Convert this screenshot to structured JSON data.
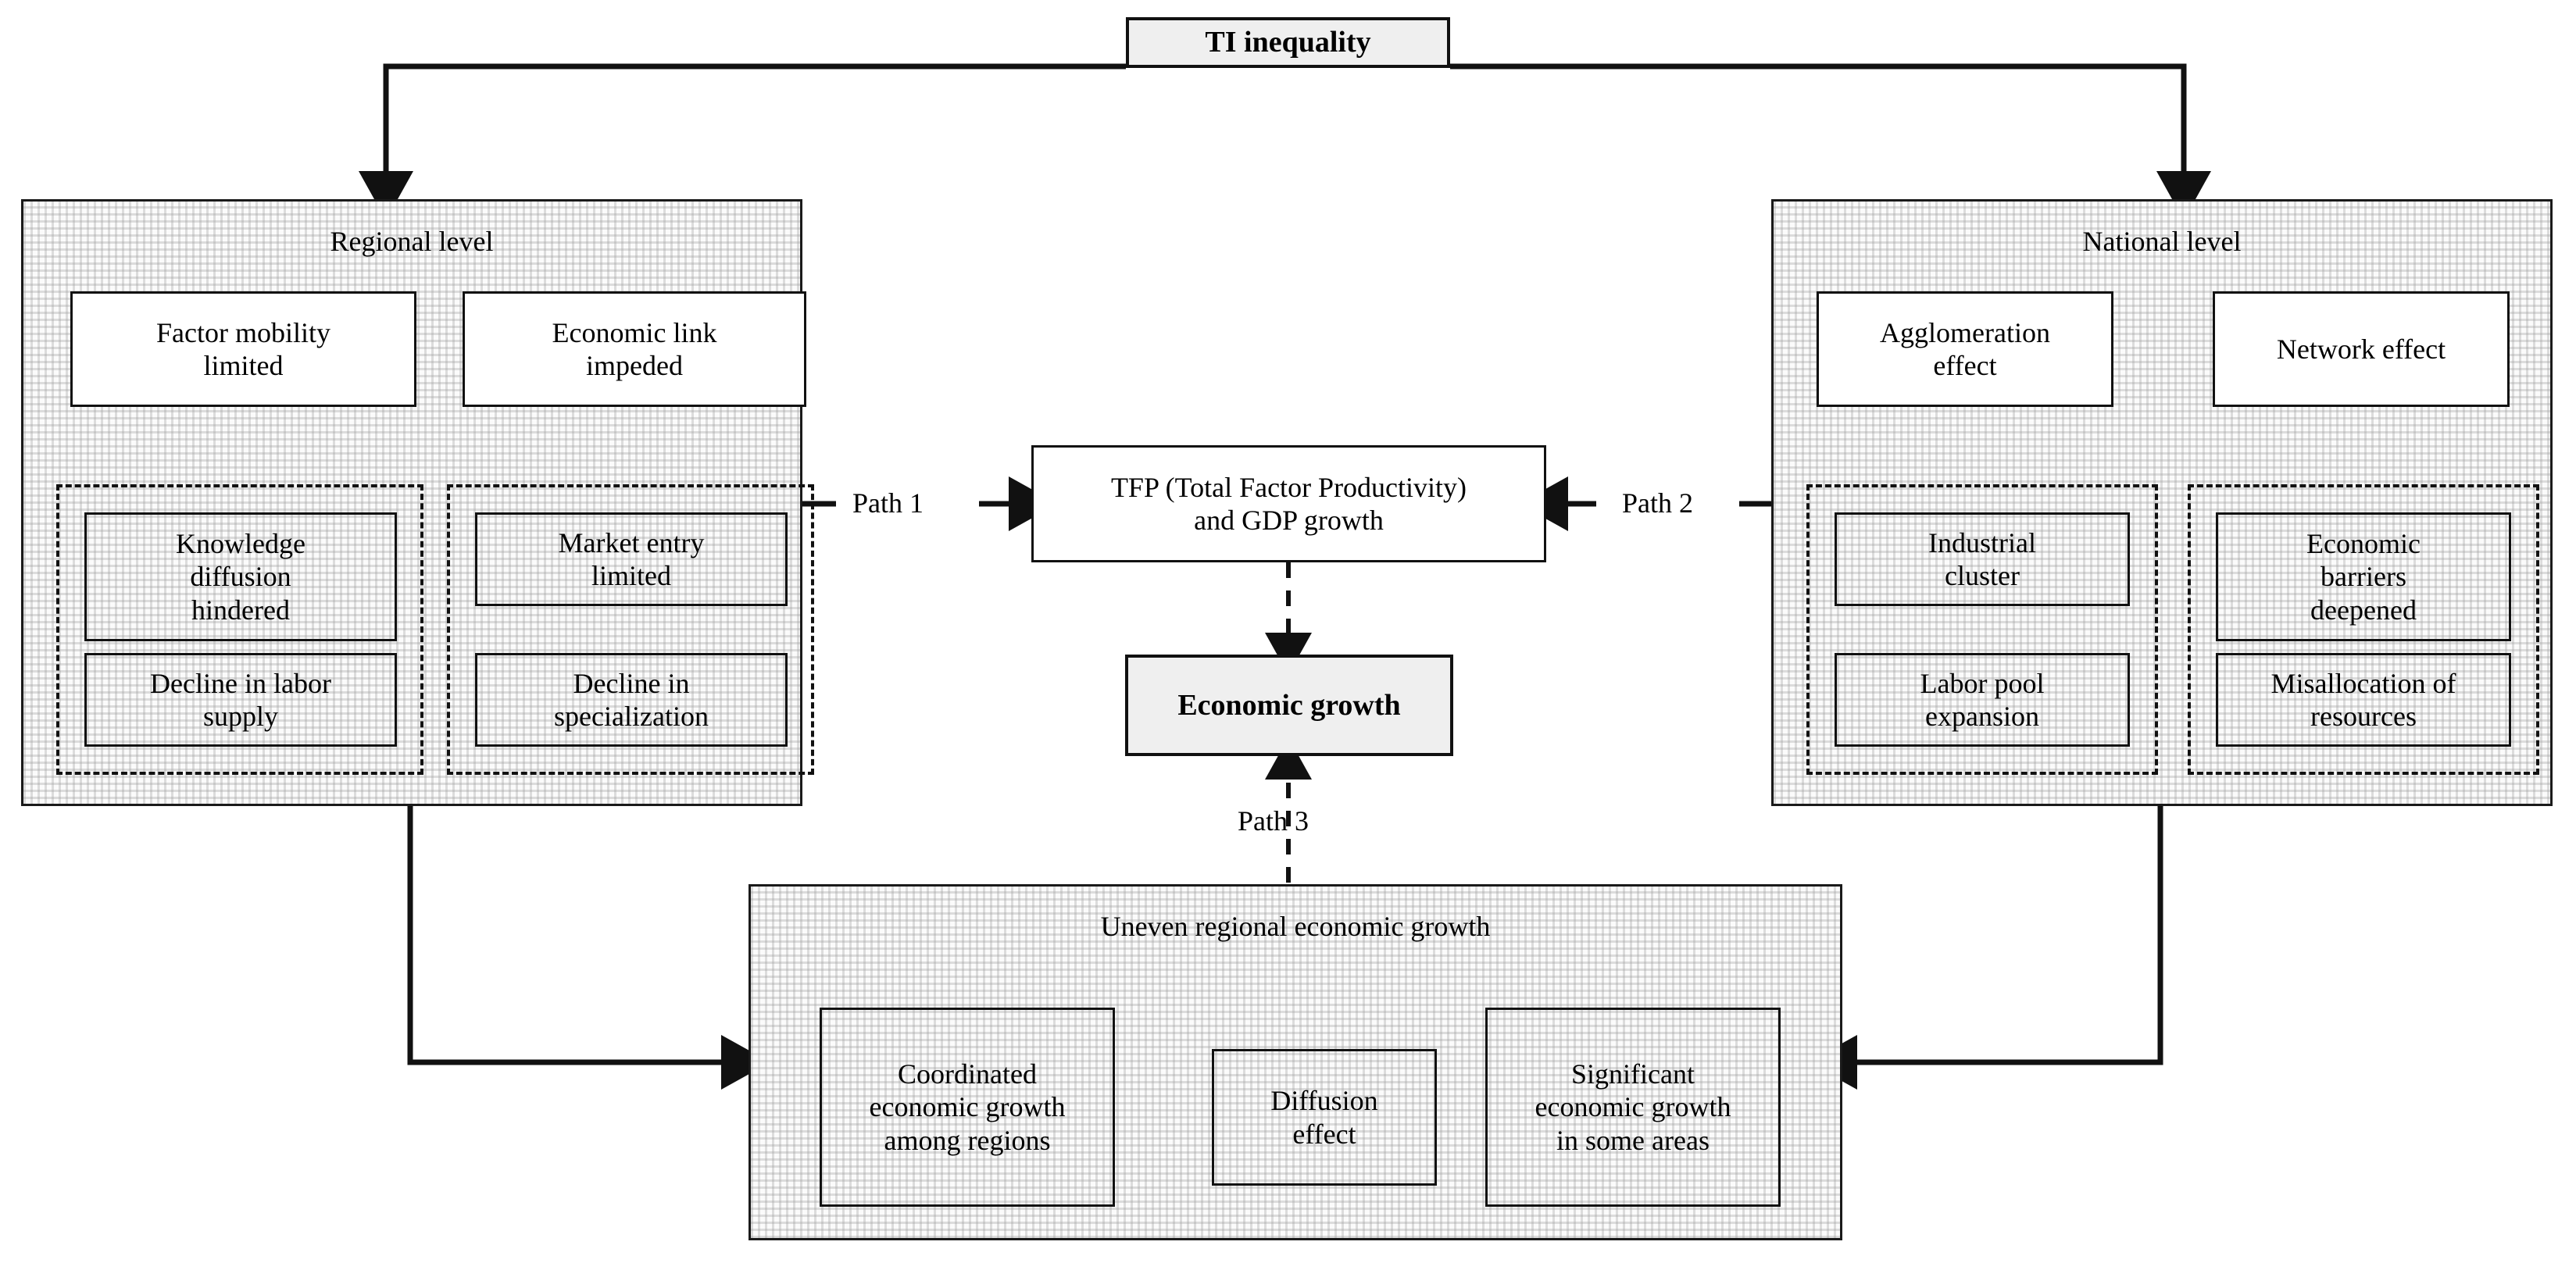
{
  "diagram": {
    "title_box": {
      "label": "TI inequality"
    },
    "center": {
      "tfp_box": {
        "line1": "TFP (Total Factor Productivity)",
        "line2": "and GDP growth"
      },
      "growth_box": {
        "label": "Economic growth"
      },
      "path1": "Path 1",
      "path2": "Path 2",
      "path3": "Path 3"
    },
    "regional_panel": {
      "title": "Regional level",
      "columns": [
        {
          "driver": {
            "line1": "Factor mobility",
            "line2": "limited"
          },
          "effects": [
            {
              "line1": "Knowledge",
              "line2": "diffusion",
              "line3": "hindered"
            },
            {
              "line1": "Decline in labor",
              "line2": "supply"
            }
          ]
        },
        {
          "driver": {
            "line1": "Economic link",
            "line2": "impeded"
          },
          "effects": [
            {
              "line1": "Market entry",
              "line2": "limited"
            },
            {
              "line1": "Decline in",
              "line2": "specialization"
            }
          ]
        }
      ]
    },
    "national_panel": {
      "title": "National level",
      "columns": [
        {
          "driver": {
            "line1": "Agglomeration",
            "line2": "effect"
          },
          "effects": [
            {
              "line1": "Industrial",
              "line2": "cluster"
            },
            {
              "line1": "Labor pool",
              "line2": "expansion"
            }
          ]
        },
        {
          "driver": {
            "line1": "Network effect",
            "line2": ""
          },
          "effects": [
            {
              "line1": "Economic",
              "line2": "barriers",
              "line3": "deepened"
            },
            {
              "line1": "Misallocation of",
              "line2": "resources"
            }
          ]
        }
      ]
    },
    "uneven_panel": {
      "title": "Uneven regional economic growth",
      "boxes": {
        "coordinated": {
          "line1": "Coordinated",
          "line2": "economic growth",
          "line3": "among regions"
        },
        "diffusion": {
          "line1": "Diffusion",
          "line2": "effect"
        },
        "significant": {
          "line1": "Significant",
          "line2": "economic growth",
          "line3": "in some areas"
        }
      }
    },
    "colors": {
      "ink": "#111111",
      "title_fill": "#efefef",
      "panel_fill": "#fbfbfb",
      "stipple": "#969696"
    }
  }
}
